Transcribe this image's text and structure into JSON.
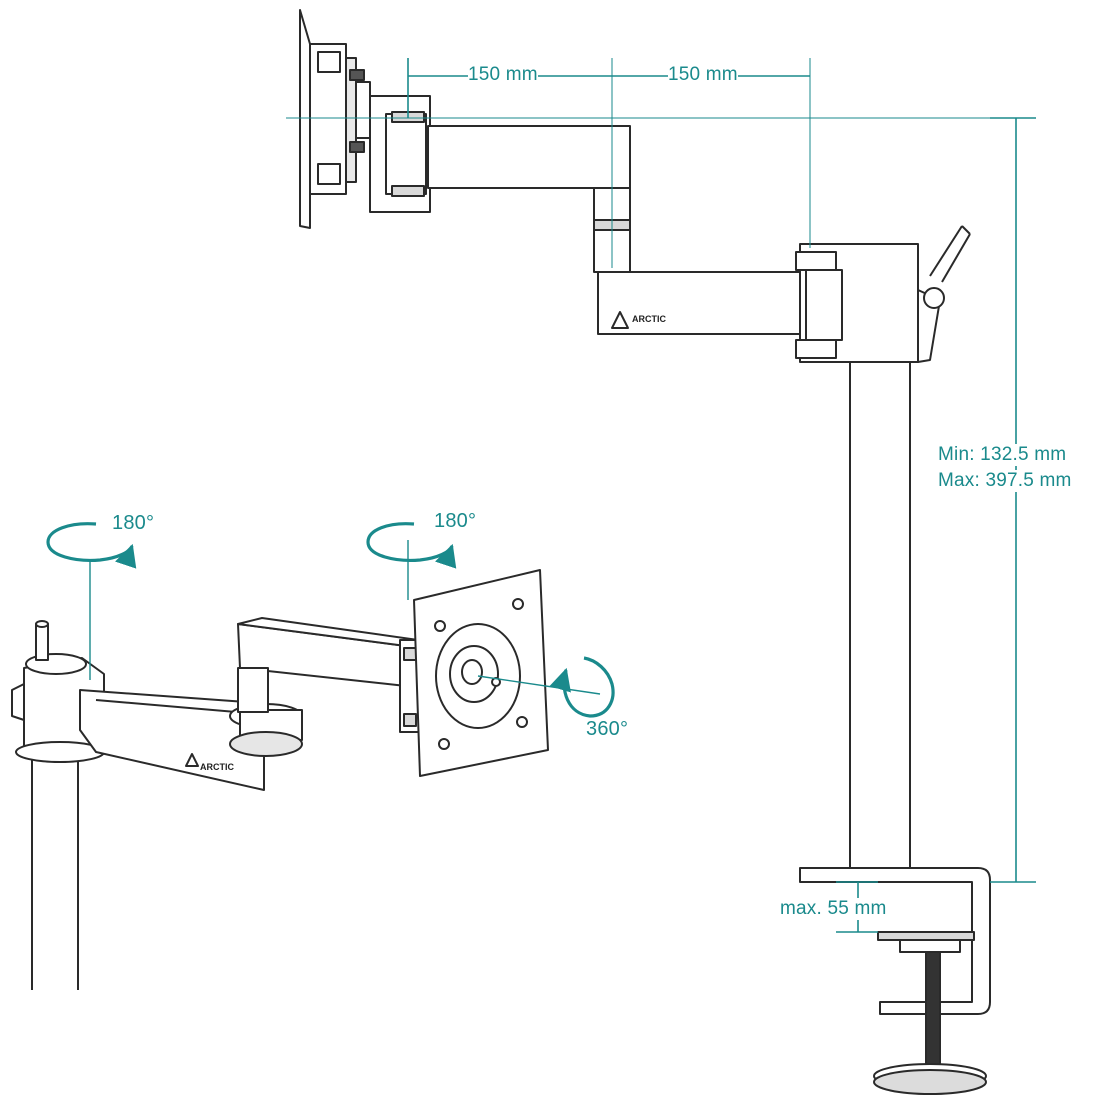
{
  "colors": {
    "accent": "#1a8a8c",
    "stroke": "#2a2a2a",
    "fill": "#ffffff",
    "shade": "#cfcfcf"
  },
  "dimensions": {
    "arm1": "150 mm",
    "arm2": "150 mm",
    "height_min": "Min: 132.5 mm",
    "height_max": "Max: 397.5 mm",
    "clamp": "max. 55 mm"
  },
  "rotations": {
    "base": "180°",
    "joint": "180°",
    "plate": "360°"
  },
  "brand": {
    "logo_text": "ARCTIC"
  }
}
